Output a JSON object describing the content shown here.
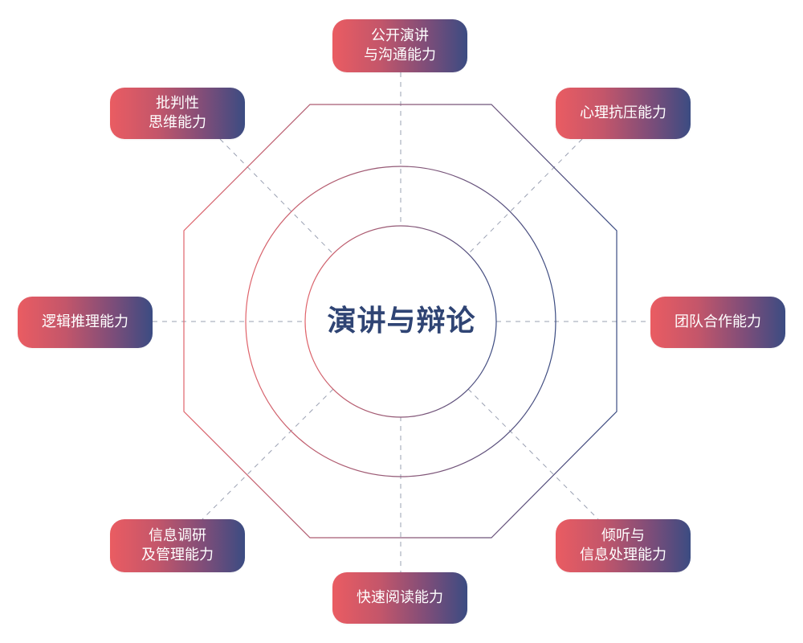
{
  "center": {
    "label": "演讲与辩论"
  },
  "skills": [
    {
      "id": "top",
      "line1": "公开演讲",
      "line2": "与沟通能力"
    },
    {
      "id": "top-right",
      "line1": "心理抗压能力",
      "line2": ""
    },
    {
      "id": "right",
      "line1": "团队合作能力",
      "line2": ""
    },
    {
      "id": "bottom-right",
      "line1": "倾听与",
      "line2": "信息处理能力"
    },
    {
      "id": "bottom",
      "line1": "快速阅读能力",
      "line2": ""
    },
    {
      "id": "bottom-left",
      "line1": "信息调研",
      "line2": "及管理能力"
    },
    {
      "id": "left",
      "line1": "逻辑推理能力",
      "line2": ""
    },
    {
      "id": "top-left",
      "line1": "批判性",
      "line2": "思维能力"
    }
  ],
  "colors": {
    "accent_red": "#ea5c62",
    "accent_blue": "#3b4c82",
    "center_text": "#2f4474",
    "dashed_line": "#9aa0b2"
  }
}
